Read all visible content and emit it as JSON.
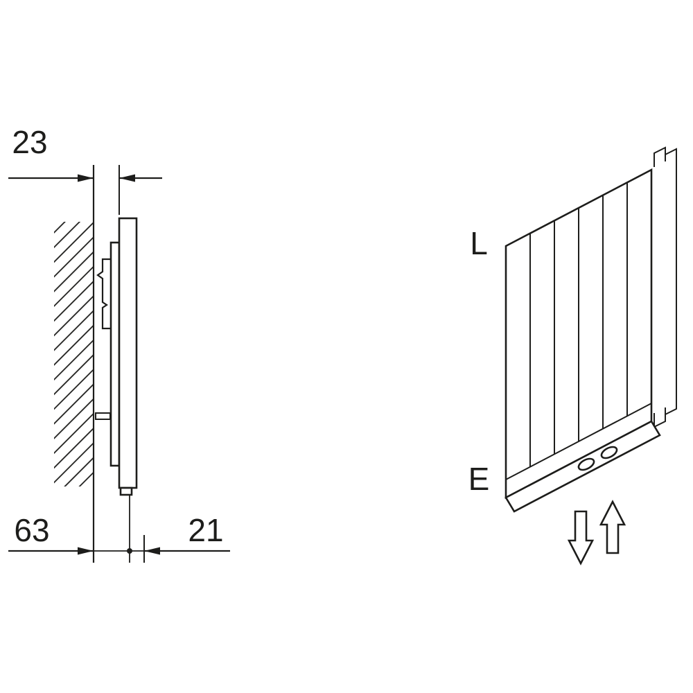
{
  "colors": {
    "line": "#1d1d1b",
    "background": "#ffffff"
  },
  "side_view": {
    "dim_depth": "23",
    "dim_wall_to_pipe": "63",
    "dim_pipe_to_front": "21"
  },
  "perspective_view": {
    "label_top": "L",
    "label_bottom": "E"
  }
}
